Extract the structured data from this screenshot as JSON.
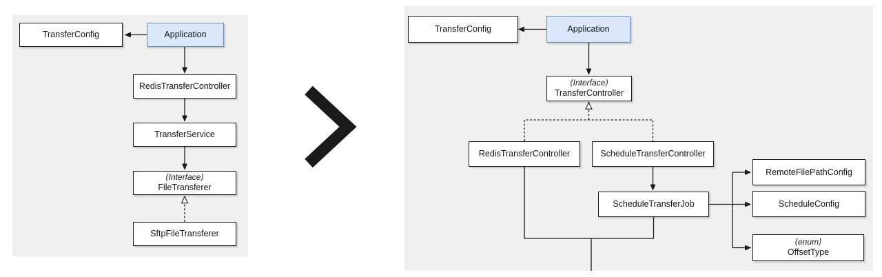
{
  "colors": {
    "page_bg": "#ffffff",
    "panel_bg": "#f0f0f1",
    "node_bg": "#ffffff",
    "node_border": "#1a1a1a",
    "accent_node_bg": "#dbe8fb",
    "accent_node_border": "#6c8ebf",
    "line": "#1a1a1a",
    "chevron": "#7f7f7f",
    "text": "#151515"
  },
  "transform_arrow": {
    "shape": "chevron-right"
  },
  "before": {
    "nodes": {
      "transfer_config": {
        "label": "TransferConfig"
      },
      "application": {
        "label": "Application"
      },
      "redis_transfer_controller": {
        "label": "RedisTransferController"
      },
      "transfer_service": {
        "label": "TransferService"
      },
      "file_transferer": {
        "stereotype": "⟨Interface⟩",
        "label": "FileTransferer"
      },
      "sftp_file_transferer": {
        "label": "SftpFileTransferer"
      }
    }
  },
  "after": {
    "nodes": {
      "transfer_config": {
        "label": "TransferConfig"
      },
      "application": {
        "label": "Application"
      },
      "transfer_controller": {
        "stereotype": "⟨Interface⟩",
        "label": "TransferController"
      },
      "redis_transfer_controller": {
        "label": "RedisTransferController"
      },
      "schedule_transfer_controller": {
        "label": "ScheduleTransferController"
      },
      "schedule_transfer_job": {
        "label": "ScheduleTransferJob"
      },
      "remote_file_path_config": {
        "label": "RemoteFilePathConfig"
      },
      "schedule_config": {
        "label": "ScheduleConfig"
      },
      "offset_type": {
        "stereotype": "⟨enum⟩",
        "label": "OffsetType"
      }
    }
  }
}
